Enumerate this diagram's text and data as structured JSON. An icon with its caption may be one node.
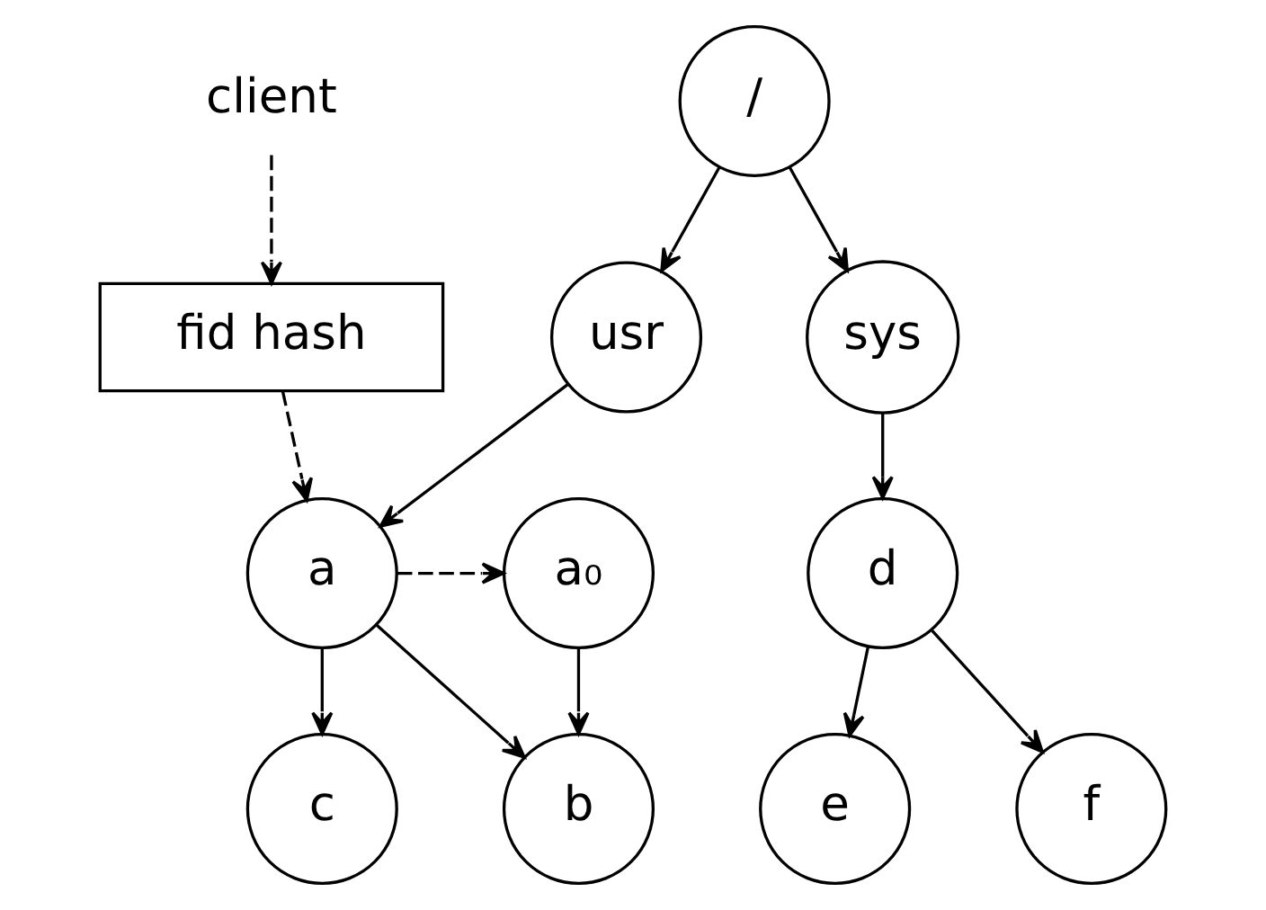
{
  "diagram": {
    "nodes": [
      {
        "text": [
          "client"
        ]
      },
      {
        "text": [
          "fid hash"
        ]
      },
      {
        "text": [
          "/"
        ]
      },
      {
        "text": [
          "usr"
        ]
      },
      {
        "text": [
          "sys"
        ]
      },
      {
        "text": [
          "a₀"
        ]
      },
      {
        "text": [
          "a"
        ]
      },
      {
        "text": [
          "d"
        ]
      },
      {
        "text": [
          "b"
        ]
      },
      {
        "text": [
          "c"
        ]
      },
      {
        "text": [
          "e"
        ]
      },
      {
        "text": [
          "f"
        ]
      }
    ],
    "edges": [
      {
        "from": 0,
        "to": 1,
        "arrow": "to",
        "style": "dashed"
      },
      {
        "from": 1,
        "to": 6,
        "arrow": "to",
        "style": "dashed"
      },
      {
        "from": 2,
        "to": 3,
        "arrow": "to"
      },
      {
        "from": 2,
        "to": 4,
        "arrow": "to"
      },
      {
        "from": 3,
        "to": 6,
        "arrow": "to"
      },
      {
        "from": 4,
        "to": 7,
        "arrow": "to"
      },
      {
        "from": 6,
        "to": 5,
        "arrow": "to",
        "style": "dashed"
      },
      {
        "from": 6,
        "to": 8,
        "arrow": "to"
      },
      {
        "from": 6,
        "to": 9,
        "arrow": "to"
      },
      {
        "from": 5,
        "to": 8,
        "arrow": "to"
      },
      {
        "from": 7,
        "to": 10,
        "arrow": "to"
      },
      {
        "from": 7,
        "to": 11,
        "arrow": "to"
      }
    ]
  }
}
